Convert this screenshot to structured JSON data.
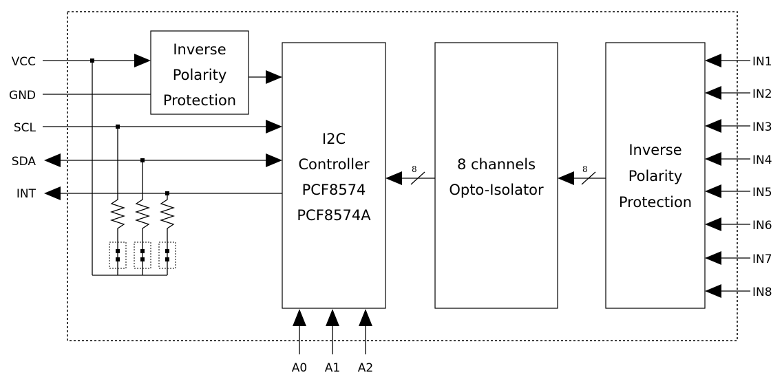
{
  "inputs_left": [
    {
      "label": "VCC"
    },
    {
      "label": "GND"
    },
    {
      "label": "SCL"
    },
    {
      "label": "SDA"
    },
    {
      "label": "INT"
    }
  ],
  "inputs_right": [
    {
      "label": "IN1"
    },
    {
      "label": "IN2"
    },
    {
      "label": "IN3"
    },
    {
      "label": "IN4"
    },
    {
      "label": "IN5"
    },
    {
      "label": "IN6"
    },
    {
      "label": "IN7"
    },
    {
      "label": "IN8"
    }
  ],
  "address_pins": [
    {
      "label": "A0"
    },
    {
      "label": "A1"
    },
    {
      "label": "A2"
    }
  ],
  "blocks": {
    "power_protection": {
      "lines": [
        "Inverse",
        "Polarity",
        "Protection"
      ]
    },
    "controller": {
      "lines": [
        "I2C",
        "Controller",
        "PCF8574",
        "PCF8574A"
      ]
    },
    "opto": {
      "lines": [
        "8 channels",
        "Opto-Isolator"
      ]
    },
    "input_protection": {
      "lines": [
        "Inverse",
        "Polarity",
        "Protection"
      ]
    }
  },
  "bus_labels": {
    "opto_to_controller": "8",
    "protection_to_opto": "8"
  },
  "colors": {
    "line": "#000000",
    "background": "#ffffff"
  }
}
